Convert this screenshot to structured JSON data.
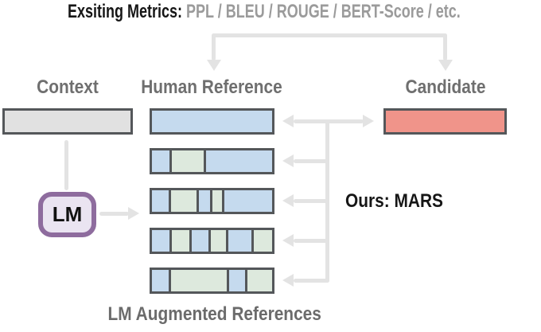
{
  "title": {
    "prefix": "Exsiting Metrics:",
    "metrics_list": "PPL / BLEU / ROUGE / BERT-Score / etc."
  },
  "labels": {
    "context": "Context",
    "human_reference": "Human Reference",
    "candidate": "Candidate",
    "lm": "LM",
    "ours": "Ours: MARS",
    "lm_augmented": "LM Augmented References"
  },
  "palette": {
    "border": "#54575a",
    "blue": "#c5daee",
    "green": "#dde9dd",
    "salmon": "#f0948a",
    "gray_fill": "#e1e1e1",
    "line": "#e3e3e3",
    "purple": "#8e6c9e",
    "lavender": "#eae4f1",
    "label": "#6f6f6f",
    "metrics": "#9b9b9b",
    "black": "#161616"
  },
  "bars": {
    "context": {
      "segments": [
        {
          "c": "gray_fill",
          "f": 100
        }
      ]
    },
    "human_reference": {
      "segments": [
        {
          "c": "blue",
          "f": 100
        }
      ]
    },
    "candidate": {
      "segments": [
        {
          "c": "salmon",
          "f": 100
        }
      ]
    },
    "augmented": [
      {
        "segments": [
          {
            "c": "blue",
            "f": 15
          },
          {
            "c": "green",
            "f": 28
          },
          {
            "c": "blue",
            "f": 57
          }
        ]
      },
      {
        "segments": [
          {
            "c": "blue",
            "f": 15
          },
          {
            "c": "green",
            "f": 23
          },
          {
            "c": "blue",
            "f": 10
          },
          {
            "c": "green",
            "f": 9
          },
          {
            "c": "blue",
            "f": 43
          }
        ]
      },
      {
        "segments": [
          {
            "c": "blue",
            "f": 16
          },
          {
            "c": "green",
            "f": 16
          },
          {
            "c": "blue",
            "f": 16
          },
          {
            "c": "green",
            "f": 14
          },
          {
            "c": "blue",
            "f": 21
          },
          {
            "c": "green",
            "f": 17
          }
        ]
      },
      {
        "segments": [
          {
            "c": "blue",
            "f": 15
          },
          {
            "c": "green",
            "f": 49
          },
          {
            "c": "blue",
            "f": 14
          },
          {
            "c": "green",
            "f": 22
          }
        ]
      }
    ]
  }
}
